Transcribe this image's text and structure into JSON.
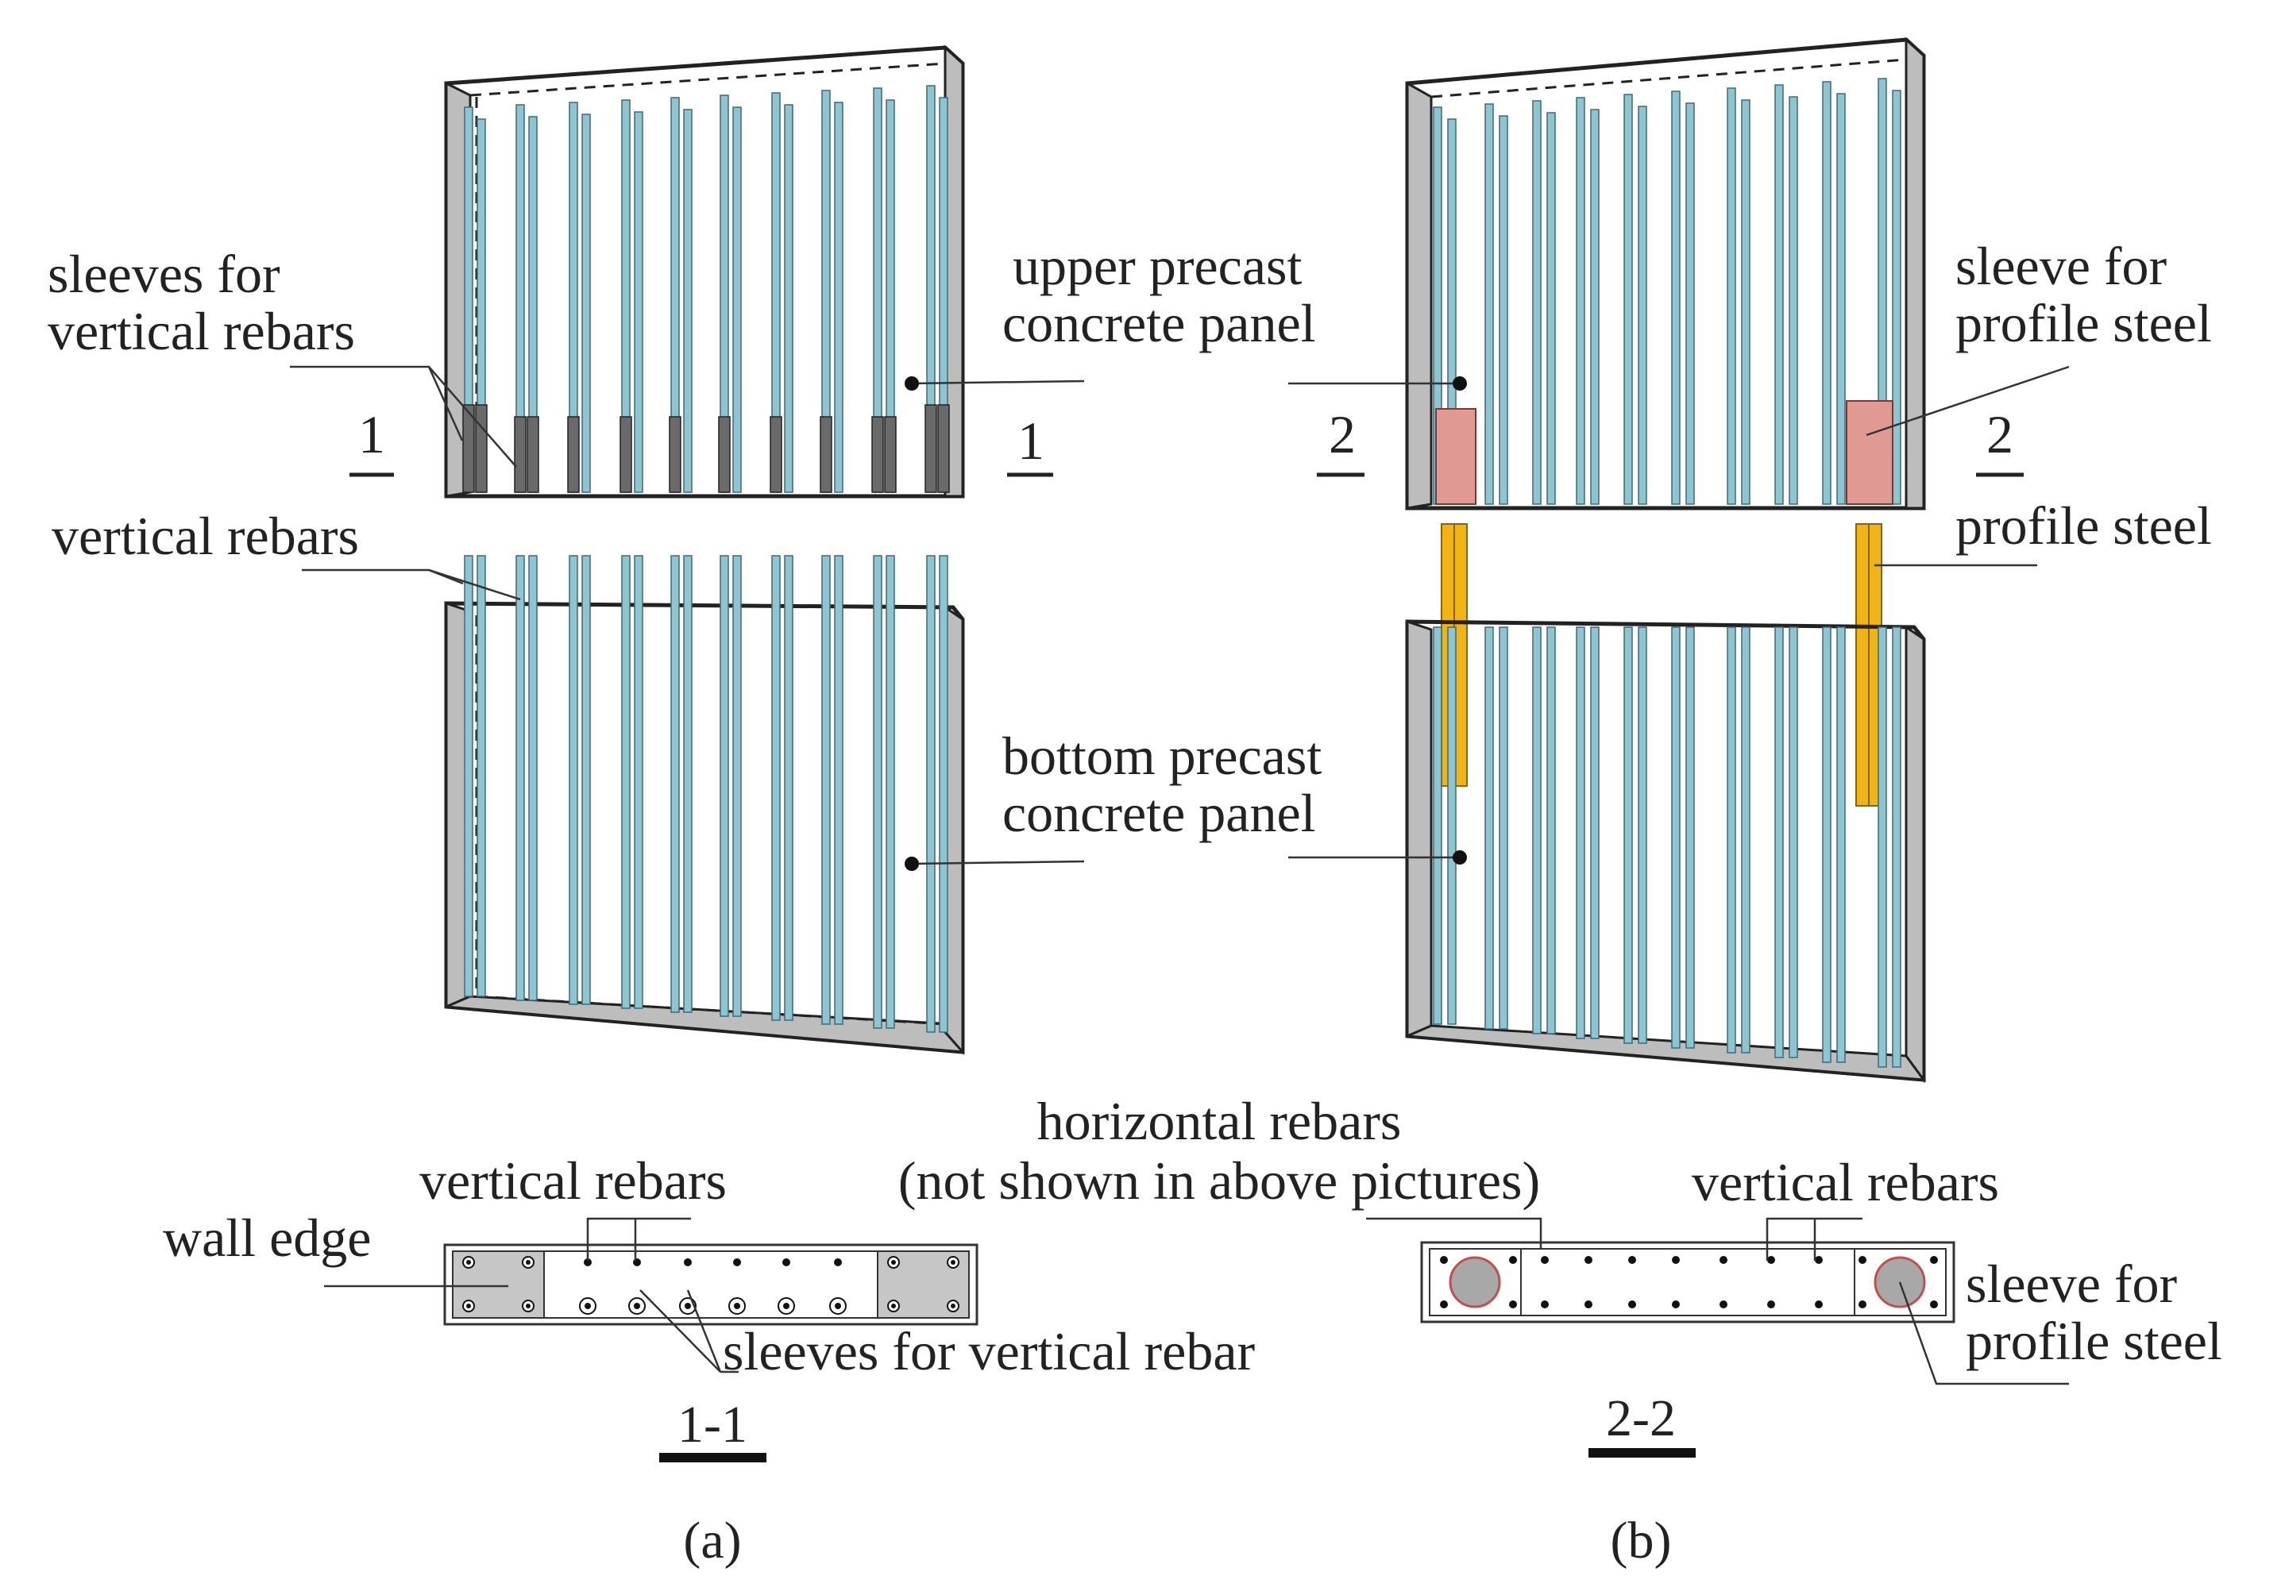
{
  "colors": {
    "concrete": "#bdbdbd",
    "concrete_edge": "#222222",
    "rebar": "#8ec5d0",
    "rebar_edge": "#3e6a78",
    "sleeve_rebar": "#6a6a6a",
    "sleeve_steel": "#e09a93",
    "profile_steel": "#f0b417",
    "wall_edge_zone": "#c6c6c6"
  },
  "panel_a": {
    "label_sleeves": [
      "sleeves for",
      "vertical rebars"
    ],
    "label_upper_panel": [
      "upper precast",
      "concrete panel"
    ],
    "label_vertical_rebars": "vertical rebars",
    "label_bottom_panel": [
      "bottom precast",
      "concrete panel"
    ],
    "section_mark_left": "1",
    "section_mark_right": "1",
    "section": {
      "label_wall_edge": "wall edge",
      "label_vertical_rebars": "vertical rebars",
      "label_sleeves": "sleeves for vertical rebar",
      "title": "1-1"
    },
    "caption": "(a)"
  },
  "panel_b": {
    "label_sleeve": [
      "sleeve for",
      "profile steel"
    ],
    "label_profile_steel": "profile steel",
    "section_mark_left": "2",
    "section_mark_right": "2",
    "section": {
      "label_horizontal_rebars": [
        "horizontal rebars",
        "(not shown in above pictures)"
      ],
      "label_vertical_rebars": "vertical rebars",
      "label_sleeve": [
        "sleeve for",
        "profile steel"
      ],
      "title": "2-2"
    },
    "caption": "(b)"
  }
}
